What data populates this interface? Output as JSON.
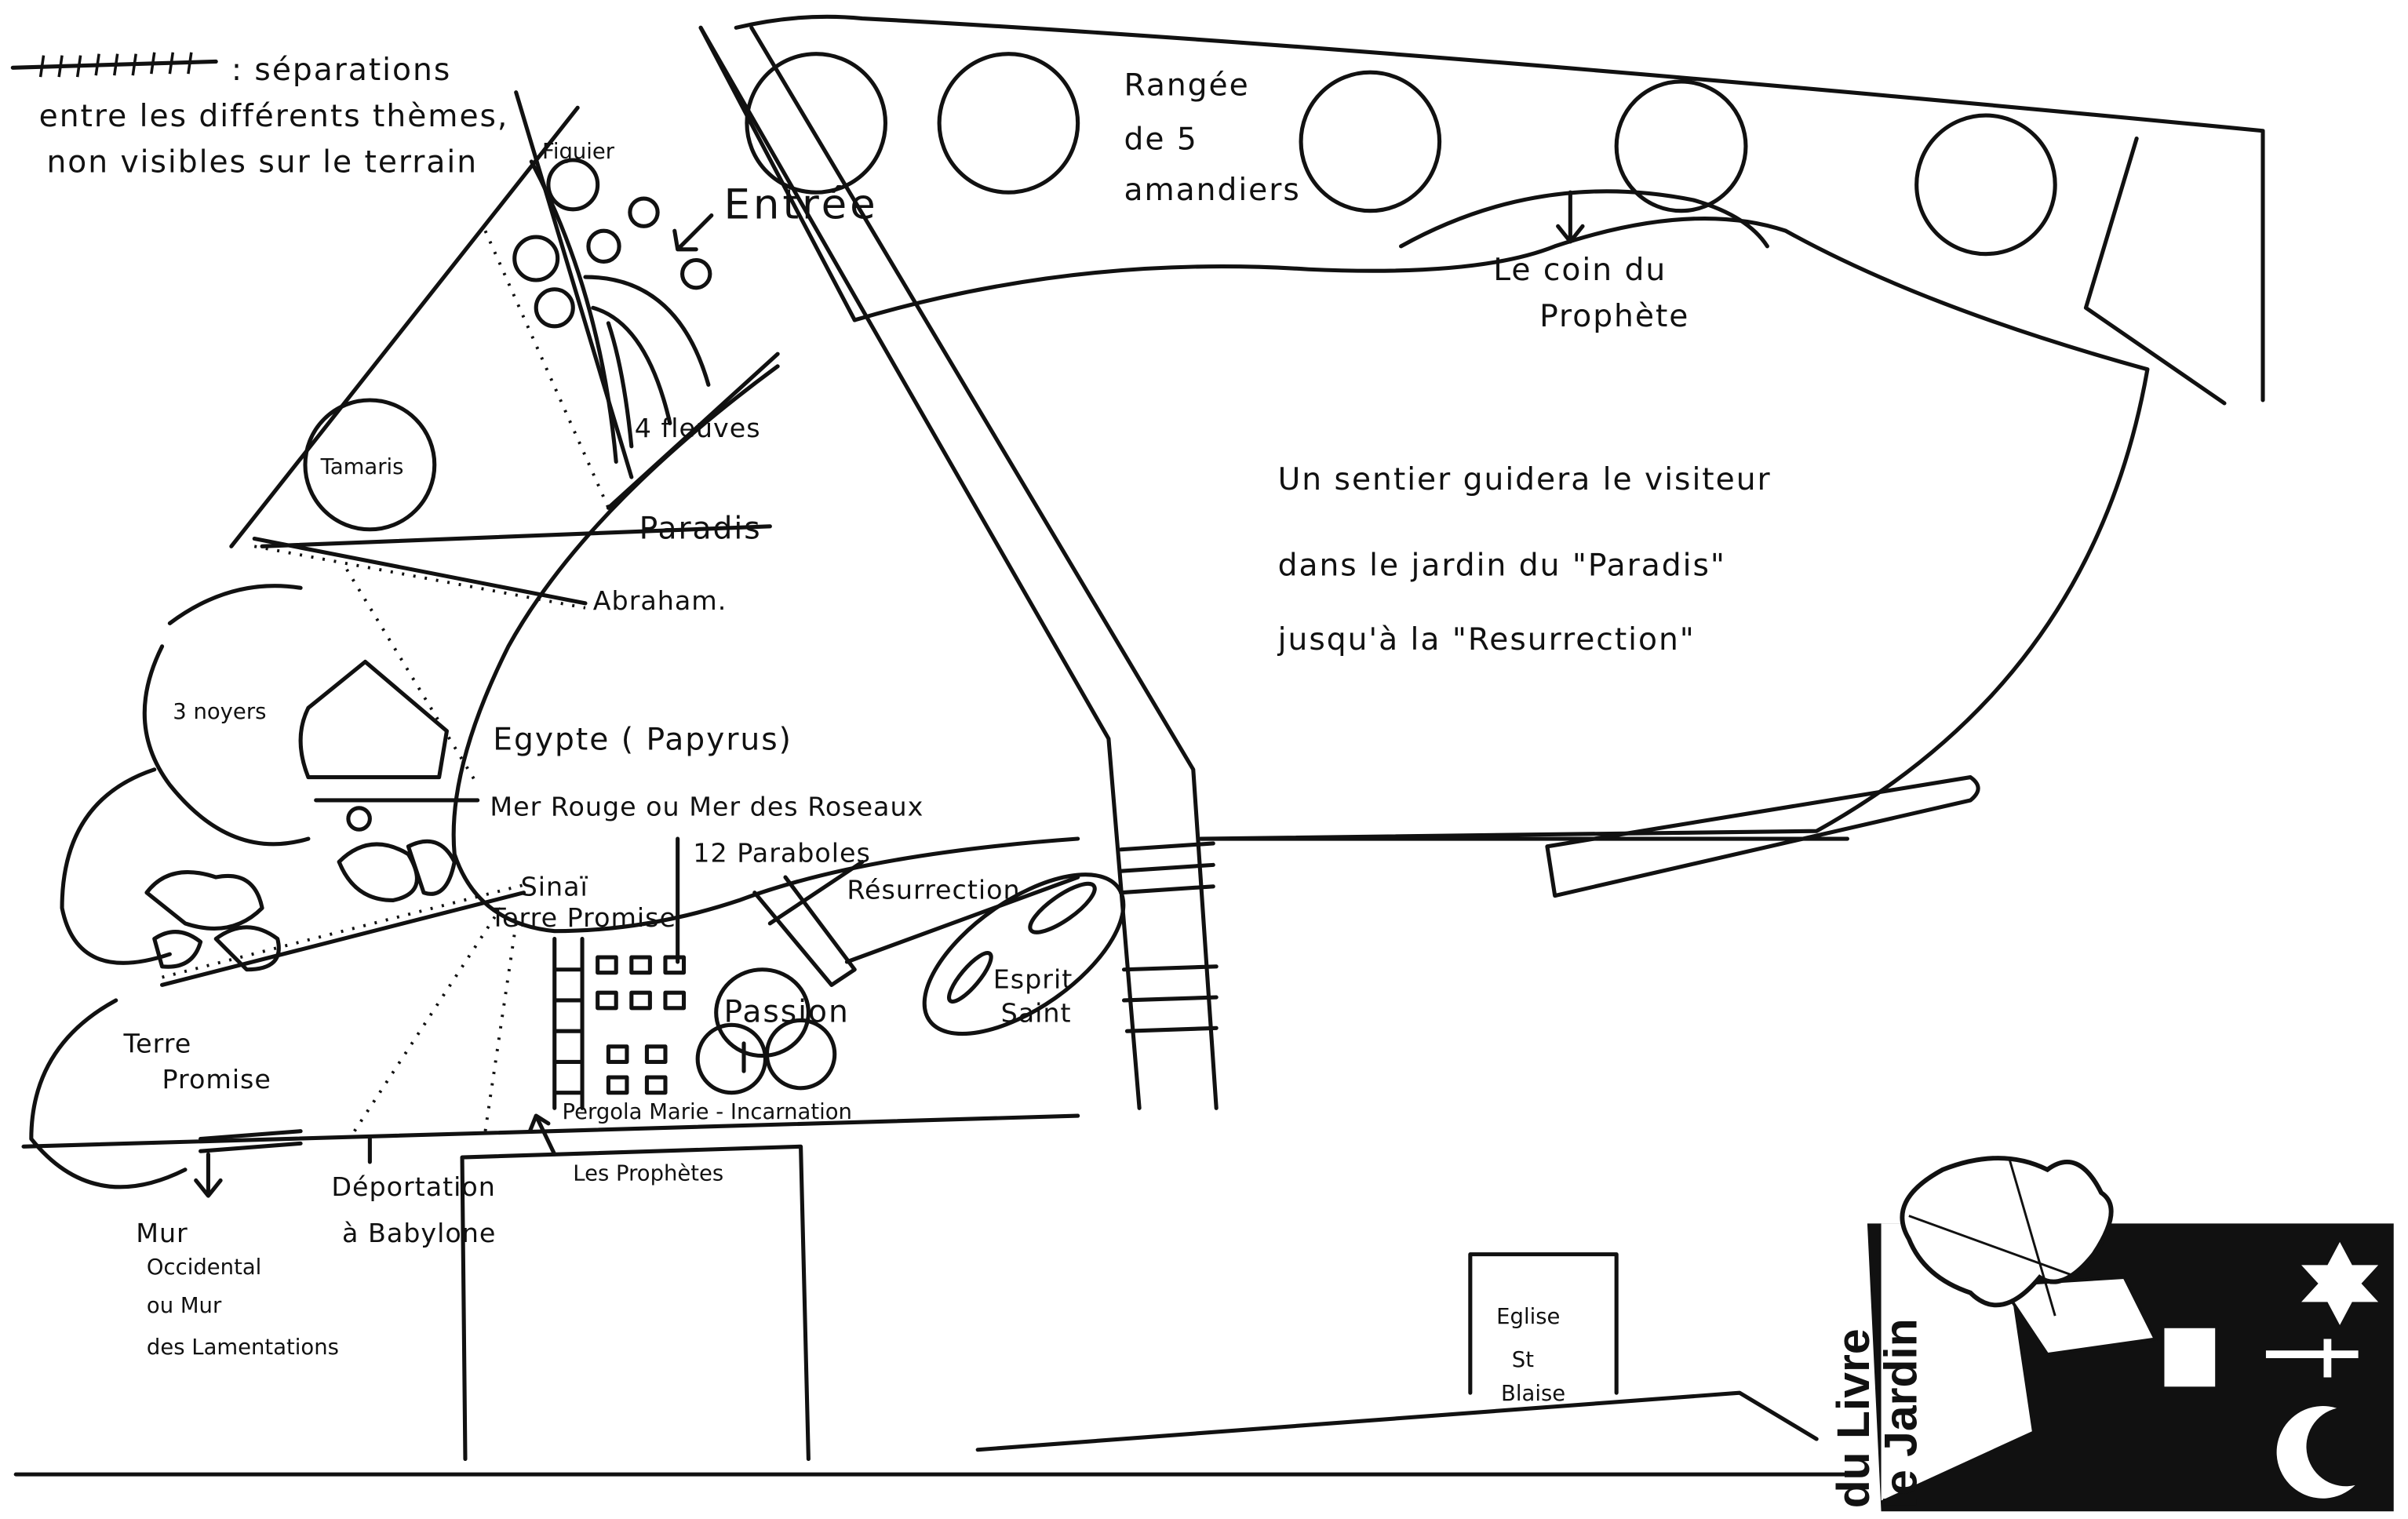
{
  "legend": {
    "line1": ": séparations",
    "line2": "entre les différents thèmes,",
    "line3": "non visibles sur le terrain"
  },
  "labels": {
    "figuier": "Figuier",
    "entree": "Entrée",
    "amandiers": [
      "Rangée",
      "de 5",
      "amandiers"
    ],
    "coin_prophete": [
      "Le coin du",
      "Prophète"
    ],
    "sentier": [
      "Un sentier guidera le visiteur",
      "dans le jardin du \"Paradis\"",
      "jusqu'à la \"Resurrection\""
    ],
    "fleuves": "4 fleuves",
    "tamaris": "Tamaris",
    "paradis": "Paradis",
    "abraham": "Abraham.",
    "noyers": "3 noyers",
    "egypte": "Egypte ( Papyrus)",
    "mer_rouge": "Mer Rouge ou Mer des Roseaux",
    "paraboles": "12 Paraboles",
    "sinai": "Sinaï",
    "terre_promise_small": "Terre Promise",
    "resurrection": "Résurrection",
    "esprit_saint": [
      "Esprit",
      "Saint"
    ],
    "passion": "Passion",
    "terre_promise": [
      "Terre",
      "Promise"
    ],
    "pergola": "Pergola Marie - Incarnation",
    "prophetes": "Les Prophètes",
    "deportation": [
      "Déportation",
      "à Babylone"
    ],
    "mur": [
      "Mur",
      "Occidental",
      "ou Mur",
      "des Lamentations"
    ],
    "eglise": [
      "Eglise",
      "St",
      "Blaise"
    ]
  },
  "logo": {
    "line1": "le Jardin",
    "line2": "du Livre"
  }
}
